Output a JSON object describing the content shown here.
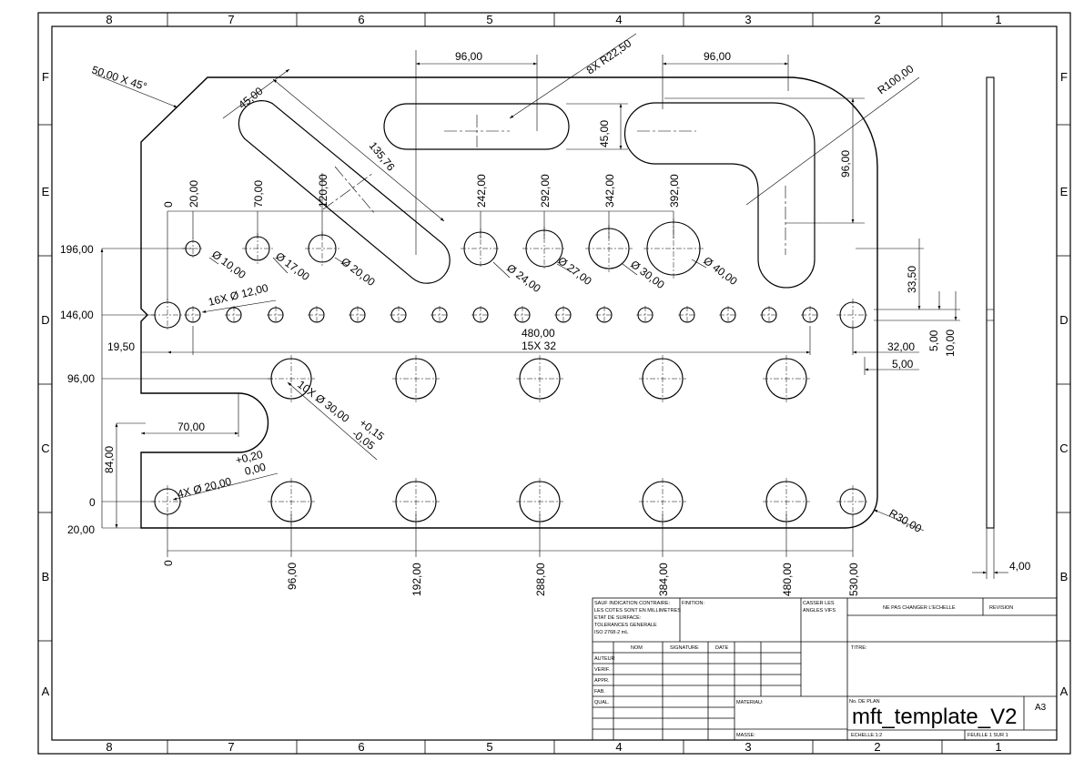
{
  "frame": {
    "columns": [
      "8",
      "7",
      "6",
      "5",
      "4",
      "3",
      "2",
      "1"
    ],
    "rows": [
      "F",
      "E",
      "D",
      "C",
      "B",
      "A"
    ]
  },
  "dimensions": {
    "top_width_left": "96,00",
    "top_width_right": "96,00",
    "slot_radius": "8X R22,50",
    "chamfer": "50,00 X 45°",
    "r100": "R100,00",
    "d45_diag": "45,00",
    "d135_76": "135,76",
    "slot_height": "45,00",
    "d96_vertical": "96,00",
    "h0": "0",
    "h20": "20,00",
    "h70": "70,00",
    "h120": "120,00",
    "h242": "242,00",
    "h292": "292,00",
    "h342": "342,00",
    "h392": "392,00",
    "y196": "196,00",
    "y146": "146,00",
    "y96": "96,00",
    "y0": "0",
    "y20": "20,00",
    "d10": "Ø 10,00",
    "d17": "Ø 17,00",
    "d20": "Ø 20,00",
    "d24": "Ø 24,00",
    "d27": "Ø 27,00",
    "d30": "Ø 30,00",
    "d40": "Ø 40,00",
    "holes16": "16X Ø 12,00",
    "pitch480": "480,00",
    "pitch15x32": "15X 32",
    "left19_5": "19,50",
    "right32": "32,00",
    "right5a": "5,00",
    "right5b": "5,00",
    "right10": "10,00",
    "d33_5": "33,50",
    "holes10x": "10X Ø 30,00",
    "tol10x_up": "+0,15",
    "tol10x_dn": "-0,05",
    "d70": "70,00",
    "d84": "84,00",
    "holes4x": "4X Ø 20,00",
    "tol4x_up": "+0,20",
    "tol4x_dn": "0,00",
    "r30": "R30,00",
    "side_thickness": "4,00",
    "b0": "0",
    "b96": "96,00",
    "b192": "192,00",
    "b288": "288,00",
    "b384": "384,00",
    "b480": "480,00",
    "b530": "530,00"
  },
  "title_block": {
    "note_lines": [
      "SAUF INDICATION CONTRAIRE:",
      "LES COTES SONT EN MILLIMETRES",
      "ETAT DE SURFACE:",
      "TOLERANCES GENERALE",
      "ISO 2768-2 mL"
    ],
    "finition": "FINITION:",
    "casser": [
      "CASSER LES",
      "ANGLES VIFS"
    ],
    "no_scale": "NE PAS CHANGER L'ECHELLE",
    "revision": "REVISION",
    "nom": "NOM",
    "signature": "SIGNATURE",
    "date": "DATE",
    "roles": [
      "AUTEUR",
      "VERIF.",
      "APPR.",
      "FAB.",
      "QUAL."
    ],
    "titre": "TITRE:",
    "materiau": "MATERIAU:",
    "no_plan": "No. DE PLAN",
    "drawing_number": "mft_template_V2",
    "format": "A3",
    "masse": "MASSE:",
    "echelle": "ECHELLE:1:2",
    "feuille": "FEUILLE 1 SUR 1"
  }
}
